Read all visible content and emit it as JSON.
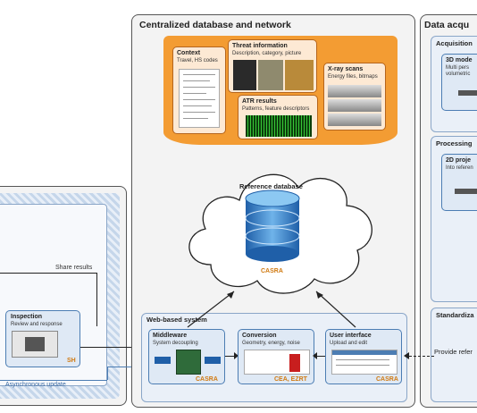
{
  "central": {
    "title": "Centralized database and network",
    "context": {
      "title": "Context",
      "desc": "Travel, HS codes"
    },
    "threat": {
      "title": "Threat information",
      "desc": "Description, category, picture"
    },
    "atr": {
      "title": "ATR results",
      "desc": "Patterns, feature descriptors"
    },
    "xray": {
      "title": "X-ray scans",
      "desc": "Energy files, bitmaps"
    },
    "refdb": {
      "title": "Reference database",
      "owner": "CASRA"
    }
  },
  "web": {
    "title": "Web-based system",
    "middleware": {
      "title": "Middleware",
      "desc": "System decoupling",
      "owner": "CASRA"
    },
    "conversion": {
      "title": "Conversion",
      "desc": "Geometry, energy, noise",
      "owner": "CEA, EZRT"
    },
    "ui": {
      "title": "User interface",
      "desc": "Upload and edit",
      "owner": "CASRA"
    }
  },
  "left": {
    "share": "Share results",
    "inspection": {
      "title": "Inspection",
      "desc": "Review and response",
      "owner": "SH"
    },
    "async": "Asynchronous update"
  },
  "right": {
    "title": "Data acqu",
    "acquisition": {
      "title": "Acquisition",
      "card_title": "3D mode",
      "desc1": "Multi pers",
      "desc2": "volumetric"
    },
    "processing": {
      "title": "Processing",
      "card_title": "2D proje",
      "desc": "Into referen"
    },
    "standardiza": "Standardiza",
    "provide": "Provide refer"
  },
  "colors": {
    "orange": "#f39c33",
    "blue": "#4c7db3",
    "casra": "#d07a12"
  }
}
